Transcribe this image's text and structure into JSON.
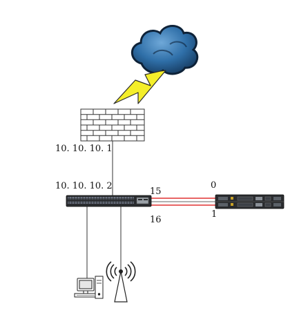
{
  "labels": {
    "firewall_ip": "10. 10. 10. 1",
    "switch_ip": "10. 10. 10. 2",
    "switch_port_top": "15",
    "switch_port_bottom": "16",
    "server_port_top": "0",
    "server_port_bottom": "1"
  },
  "colors": {
    "cloud_fill": "#2f6fa8",
    "cloud_dark": "#16324f",
    "lightning_fill": "#f4ee2a",
    "lightning_stroke": "#2b2b2b",
    "wall_line": "#333333",
    "link_red": "#e03030",
    "link_black": "#333333",
    "device_body": "#2a2c2f"
  },
  "icons": [
    "cloud-icon",
    "lightning-icon",
    "firewall-icon",
    "switch-icon",
    "server-icon",
    "workstation-icon",
    "wireless-ap-icon"
  ]
}
